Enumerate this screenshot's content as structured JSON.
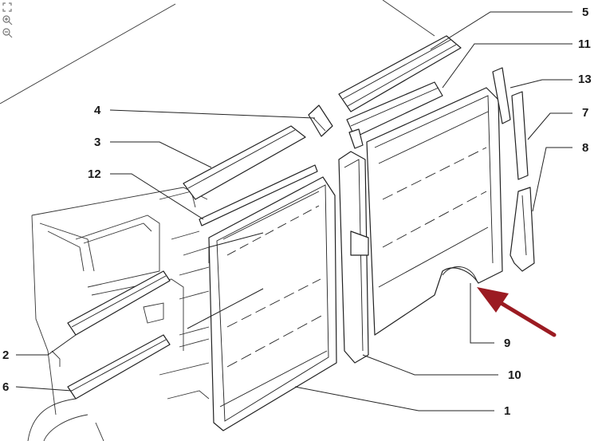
{
  "toolbar": {
    "icons": [
      "fit-to-window-icon",
      "zoom-in-icon",
      "zoom-out-icon"
    ]
  },
  "callouts": [
    "5",
    "11",
    "13",
    "4",
    "7",
    "3",
    "8",
    "12",
    "2",
    "6",
    "9",
    "10",
    "1"
  ],
  "colors": {
    "arrow": "#9b1b22",
    "lines": "#222222"
  }
}
